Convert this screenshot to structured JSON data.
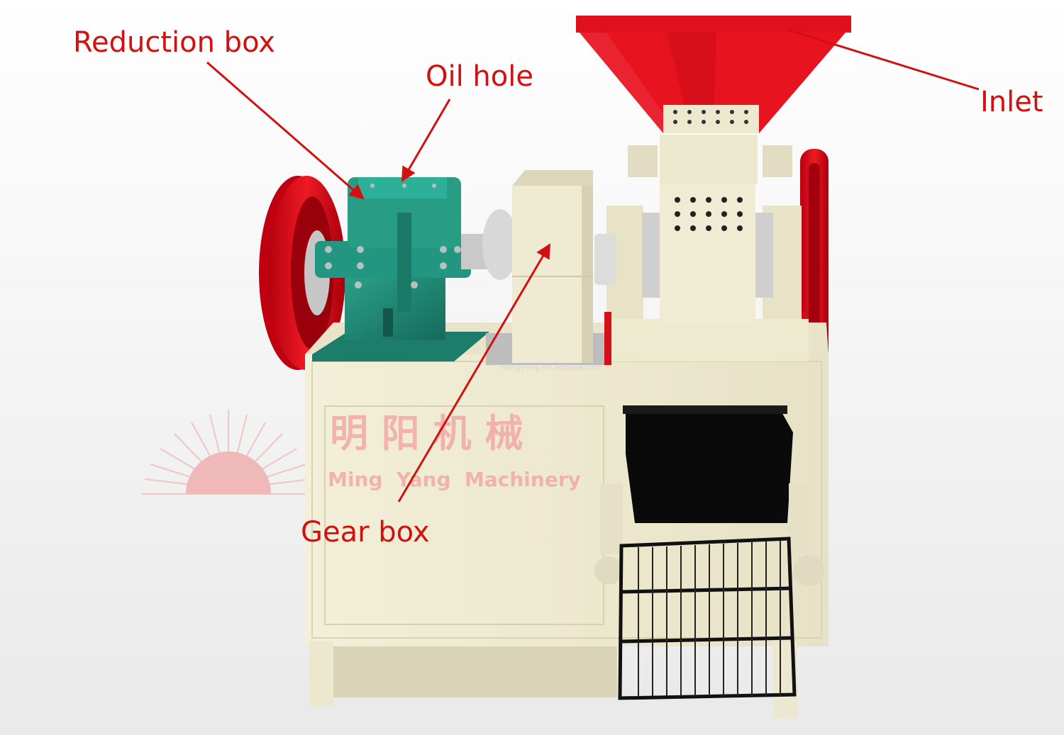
{
  "callouts": {
    "reduction_box": "Reduction box",
    "oil_hole": "Oil hole",
    "inlet": "Inlet",
    "gear_box": "Gear box"
  },
  "watermark": {
    "chinese": "明 阳 机 械",
    "english": "Ming  Yang  Machinery",
    "url": "mingyang.en.alibaba.com"
  },
  "colors": {
    "callout_red": "#d31010",
    "hopper_red": "#e0101c",
    "body_cream": "#f0ecd3",
    "reducer_teal": "#1f8a75",
    "watermark_pink": "#f2a0a0",
    "frame_black": "#111111"
  }
}
